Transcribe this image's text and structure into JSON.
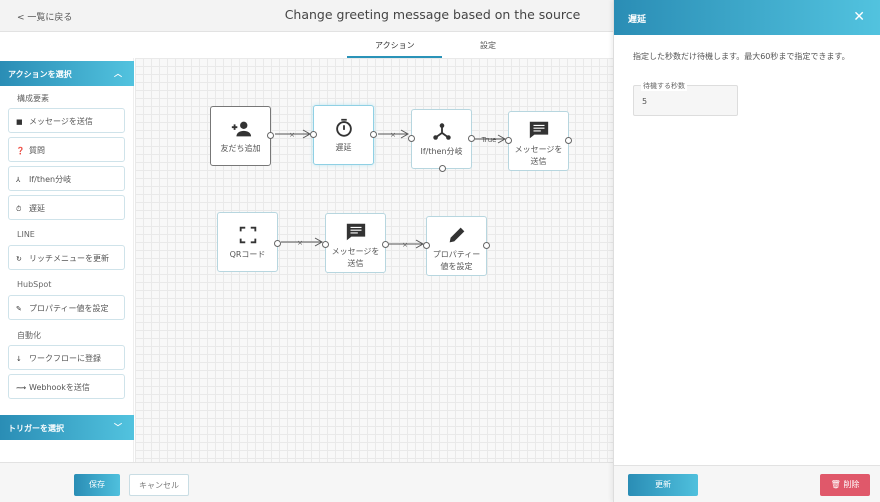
{
  "header": {
    "back_label": "< 一覧に戻る",
    "title": "Change greeting message based on the source"
  },
  "tabs": [
    {
      "label": "アクション",
      "active": true
    },
    {
      "label": "設定",
      "active": false
    }
  ],
  "sidebar": {
    "actions_header": "アクションを選択",
    "groups": [
      {
        "label": "構成要素",
        "items": [
          {
            "icon": "message-icon",
            "label": "メッセージを送信"
          },
          {
            "icon": "question-icon",
            "label": "質問"
          },
          {
            "icon": "branch-icon",
            "label": "If/then分岐"
          },
          {
            "icon": "timer-icon",
            "label": "遅延"
          }
        ]
      },
      {
        "label": "LINE",
        "items": [
          {
            "icon": "refresh-icon",
            "label": "リッチメニューを更新"
          }
        ]
      },
      {
        "label": "HubSpot",
        "items": [
          {
            "icon": "pencil-icon",
            "label": "プロパティー値を設定"
          }
        ]
      },
      {
        "label": "自動化",
        "items": [
          {
            "icon": "arrow-down-icon",
            "label": "ワークフローに登録"
          },
          {
            "icon": "webhook-icon",
            "label": "Webhookを送信"
          }
        ]
      }
    ],
    "triggers_header": "トリガーを選択"
  },
  "canvas": {
    "nodes": [
      {
        "id": "n1",
        "icon": "add-friend-icon",
        "label": "友だち追加"
      },
      {
        "id": "n2",
        "icon": "timer-icon",
        "label": "遅延",
        "selected": true
      },
      {
        "id": "n3",
        "icon": "branch-icon",
        "label": "If/then分岐"
      },
      {
        "id": "n4",
        "icon": "message-icon",
        "label": "メッセージを送信"
      },
      {
        "id": "n5",
        "icon": "qr-icon",
        "label": "QRコード"
      },
      {
        "id": "n6",
        "icon": "message-icon",
        "label": "メッセージを送信"
      },
      {
        "id": "n7",
        "icon": "pencil-icon",
        "label": "プロパティー値を設定"
      }
    ],
    "edges": [
      {
        "from": "n1",
        "to": "n2",
        "label": "×"
      },
      {
        "from": "n2",
        "to": "n3",
        "label": "×"
      },
      {
        "from": "n3",
        "to": "n4",
        "label": "True"
      },
      {
        "from": "n5",
        "to": "n6",
        "label": "×"
      },
      {
        "from": "n6",
        "to": "n7",
        "label": "×"
      }
    ]
  },
  "footer": {
    "save_label": "保存",
    "cancel_label": "キャンセル"
  },
  "panel": {
    "title": "遅延",
    "description": "指定した秒数だけ待機します。最大60秒まで指定できます。",
    "field_label": "待機する秒数",
    "field_value": "5",
    "update_label": "更新",
    "delete_label": "削除"
  },
  "colors": {
    "accent": "#2a93b8",
    "danger": "#e0586a"
  }
}
